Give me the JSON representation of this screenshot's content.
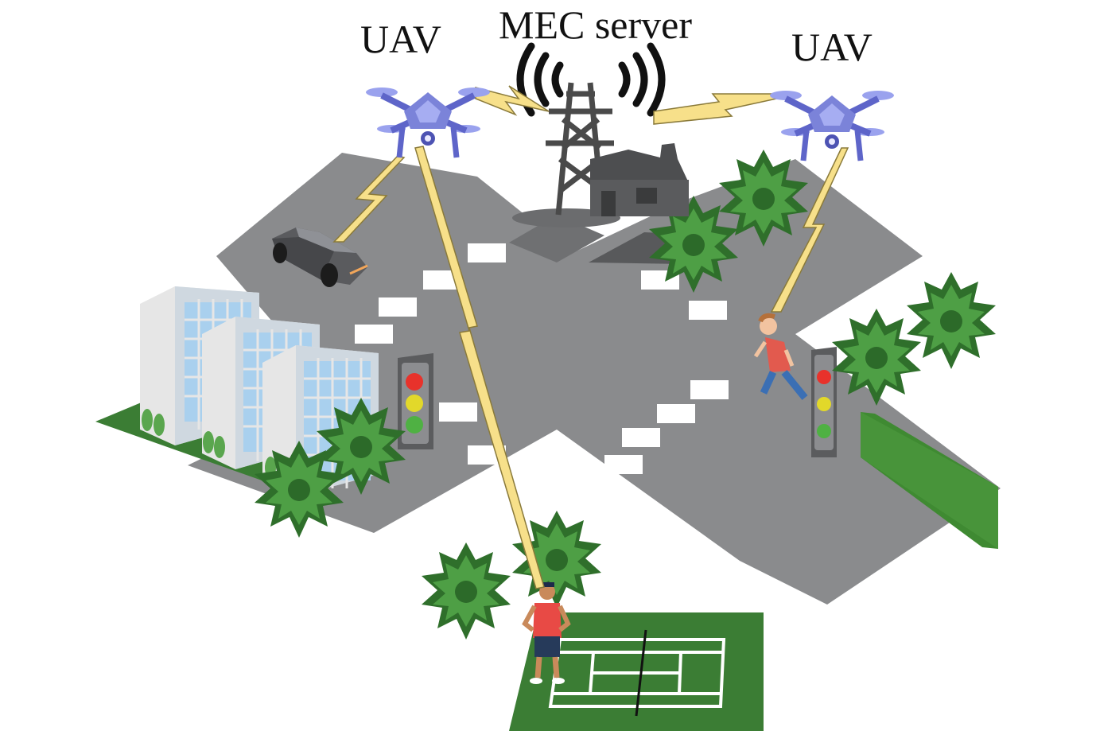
{
  "labels": {
    "uav_left": "UAV",
    "mec_server": "MEC server",
    "uav_right": "UAV"
  },
  "nodes": [
    {
      "id": "uav-left",
      "kind": "uav",
      "icon": "drone-icon"
    },
    {
      "id": "uav-right",
      "kind": "uav",
      "icon": "drone-icon"
    },
    {
      "id": "mec-server",
      "kind": "server",
      "icon": "transmission-tower-icon"
    },
    {
      "id": "car",
      "kind": "vehicle",
      "icon": "car-icon"
    },
    {
      "id": "pedestrian",
      "kind": "person",
      "icon": "running-person-icon"
    },
    {
      "id": "tennis-player",
      "kind": "person",
      "icon": "standing-person-icon"
    }
  ],
  "links": [
    {
      "from": "uav-left",
      "to": "mec-server"
    },
    {
      "from": "mec-server",
      "to": "uav-right"
    },
    {
      "from": "uav-left",
      "to": "car"
    },
    {
      "from": "uav-left",
      "to": "tennis-player"
    },
    {
      "from": "uav-right",
      "to": "pedestrian"
    }
  ],
  "colors": {
    "road": "#8a8b8d",
    "crosswalk": "#ffffff",
    "link": "#f7e08a",
    "link_outline": "#8a7a3a",
    "drone": "#7b83d9",
    "tower": "#4a4a4a",
    "tree": "#3f8f3a",
    "grass": "#3b7d34",
    "building": "#e6e6e6",
    "window": "#a9d0ee",
    "light_red": "#e8322b",
    "light_yellow": "#e2d82a",
    "light_green": "#4fb143"
  }
}
